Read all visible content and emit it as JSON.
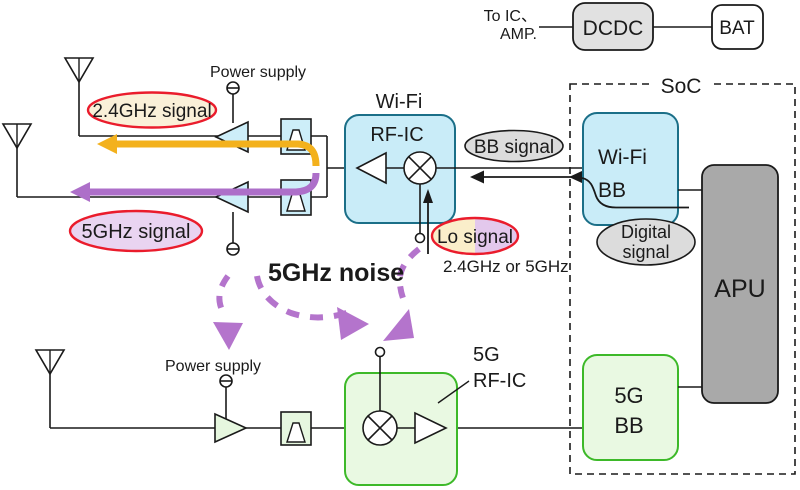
{
  "power_chain": {
    "to_ic_line1": "To IC、",
    "to_ic_line2": "AMP.",
    "dcdc_label": "DCDC",
    "bat_label": "BAT"
  },
  "soc": {
    "label": "SoC",
    "wifi_bb_line1": "Wi-Fi",
    "wifi_bb_line2": "BB",
    "apu_label": "APU",
    "fiveg_bb_line1": "5G",
    "fiveg_bb_line2": "BB"
  },
  "wifi_rfic": {
    "label_above": "Wi-Fi",
    "label_inside": "RF-IC"
  },
  "fiveg_rfic": {
    "label_line1": "5G",
    "label_line2": "RF-IC"
  },
  "labels": {
    "power_supply_top": "Power supply",
    "power_supply_bottom": "Power supply",
    "signal_24ghz": "2.4GHz signal",
    "signal_5ghz": "5GHz signal",
    "bb_signal": "BB signal",
    "digital_signal_line1": "Digital",
    "digital_signal_line2": "signal",
    "lo_signal": "Lo signal",
    "lo_signal_sub": "2.4GHz or 5GHz",
    "noise": "5GHz noise"
  },
  "colors": {
    "cyan_fill": "#c9ecf8",
    "cyan_border": "#1b6f88",
    "green_fill": "#e9f9e2",
    "green_border": "#3db929",
    "gray_box": "#e1e1e1",
    "apu_gray": "#a9a9a9",
    "ellipse_gray": "#dcdcdc",
    "red_outline": "#ea1c2c",
    "red_text": "#ea1424",
    "orange_arrow": "#f3b11d",
    "purple_arrow": "#ad6fc9",
    "noise_purple": "#b474cc",
    "lo_fill_left": "#faeeca",
    "lo_fill_right": "#e3c8ec",
    "cream_fill": "#faf0d8",
    "lilac_fill": "#e9d4f1"
  }
}
